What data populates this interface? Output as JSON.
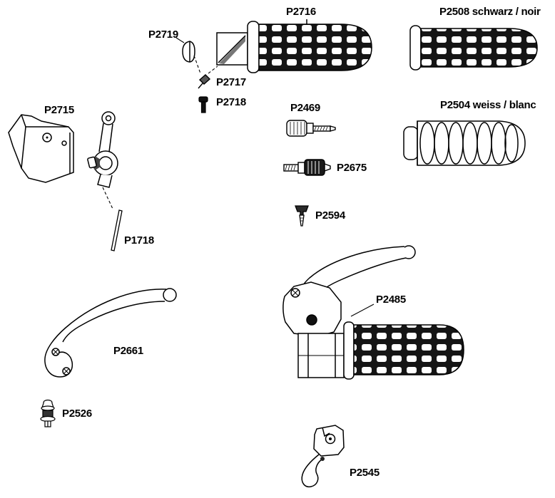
{
  "diagram": {
    "background": "#ffffff",
    "ink": "#000000",
    "grip_texture_dark": "#151515",
    "labels": {
      "p2716": "P2716",
      "p2508": "P2508 schwarz / noir",
      "p2719": "P2719",
      "p2717": "P2717",
      "p2718": "P2718",
      "p2715": "P2715",
      "p2469": "P2469",
      "p2504": "P2504 weiss / blanc",
      "p2675": "P2675",
      "p2594": "P2594",
      "p1718": "P1718",
      "p2485": "P2485",
      "p2661": "P2661",
      "p2526": "P2526",
      "p2545": "P2545"
    }
  }
}
